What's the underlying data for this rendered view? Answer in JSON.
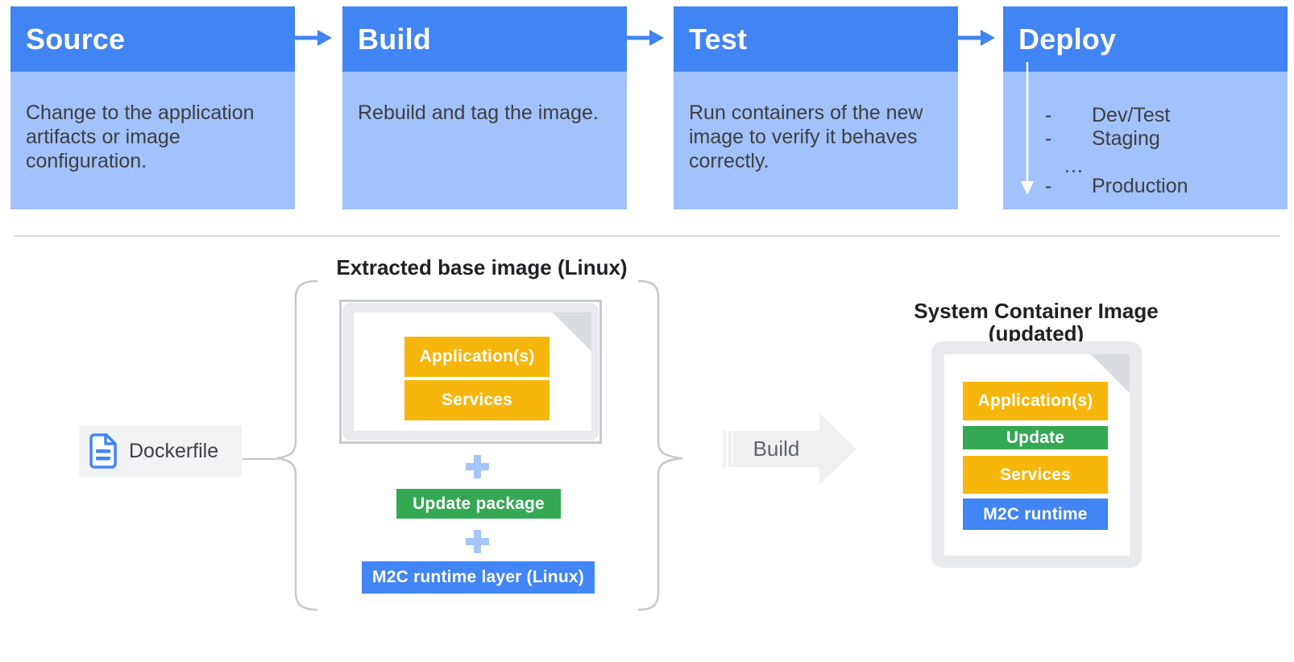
{
  "palette": {
    "stage_header_blue": "#4184F3",
    "stage_body_blue": "#A1C2FA",
    "flow_arrow_blue": "#4184F3",
    "layer_yellow": "#F6B60C",
    "layer_green": "#34A853",
    "layer_blue": "#4285F4",
    "plus_blue": "#A6C5FA",
    "document_grey": "#E8EAED",
    "build_arrow_grey": "#F0F0F1",
    "text_dark": "#3C4043"
  },
  "pipeline": {
    "stages": [
      {
        "title": "Source",
        "description": "Change to the application artifacts or image configuration."
      },
      {
        "title": "Build",
        "description": "Rebuild and tag the image."
      },
      {
        "title": "Test",
        "description": "Run containers of the new image to verify it behaves correctly."
      },
      {
        "title": "Deploy",
        "rows": [
          {
            "bullet": "-",
            "label": "Dev/Test"
          },
          {
            "bullet": "-",
            "label": "Staging"
          },
          {
            "bullet": "",
            "label": "..."
          },
          {
            "bullet": "-",
            "label": "Production"
          }
        ]
      }
    ]
  },
  "composition": {
    "title": "Extracted base image (Linux)",
    "base_image_layers": [
      {
        "label": "Application(s)",
        "color": "yellow"
      },
      {
        "label": "Services",
        "color": "yellow"
      }
    ],
    "addons": [
      {
        "label": "Update package",
        "color": "green"
      },
      {
        "label": "M2C runtime layer (Linux)",
        "color": "blue"
      }
    ]
  },
  "dockerfile": {
    "label": "Dockerfile"
  },
  "build_step": {
    "label": "Build"
  },
  "result": {
    "title": "System Container Image (updated)",
    "layers": [
      {
        "label": "Application(s)",
        "color": "yellow"
      },
      {
        "label": "Update",
        "color": "green"
      },
      {
        "label": "Services",
        "color": "yellow"
      },
      {
        "label": "M2C runtime",
        "color": "blue"
      }
    ]
  }
}
